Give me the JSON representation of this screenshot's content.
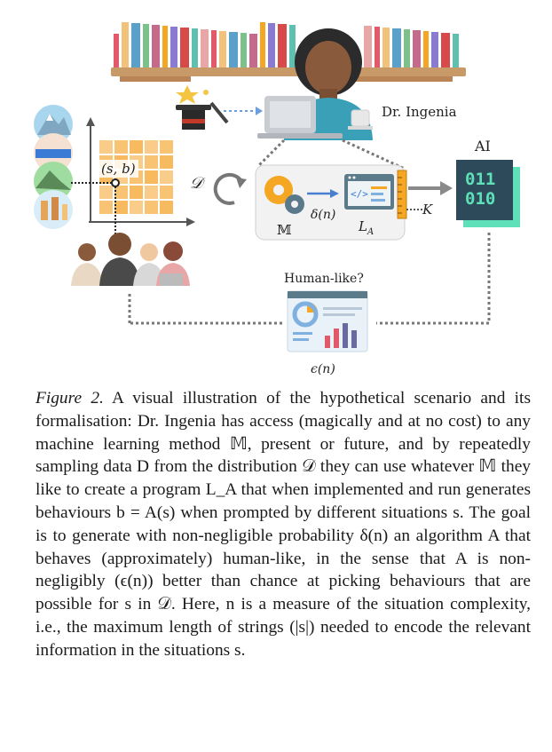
{
  "figure": {
    "person_label": "Dr. Ingenia",
    "ai_label": "AI",
    "ai_screen_lines": [
      "011",
      "010"
    ],
    "human_like_label": "Human-like?",
    "situation_label": "(s, b)",
    "distribution_label": "𝒟",
    "method_label": "𝕄",
    "delta_label": "δ(n)",
    "program_label": "L",
    "program_sub": "A",
    "k_label": "K",
    "epsilon_label": "ϵ(n)",
    "code_glyph": "</>"
  },
  "caption": {
    "figure_label": "Figure 2.",
    "text": " A visual illustration of the hypothetical scenario and its formalisation: Dr. Ingenia has access (magically and at no cost) to any machine learning method 𝕄, present or future, and by repeatedly sampling data D from the distribution 𝒟 they can use whatever 𝕄 they like to create a program L_A that when implemented and run generates behaviours b = A(s) when prompted by different situations s. The goal is to generate with non-negligible probability δ(n) an algorithm A that behaves (approximately) human-like, in the sense that A is non-negligibly (ϵ(n)) better than chance at picking behaviours that are possible for s in 𝒟. Here, n is a measure of the situation complexity, i.e., the maximum length of strings (|s|) needed to encode the relevant information in the situations s."
  },
  "colors": {
    "grid": "#f6b24a",
    "arrow": "#9a9a9a",
    "ai_panel": "#2c4a5a",
    "ai_text": "#5fe0b8",
    "skin": "#8a5a3c"
  }
}
